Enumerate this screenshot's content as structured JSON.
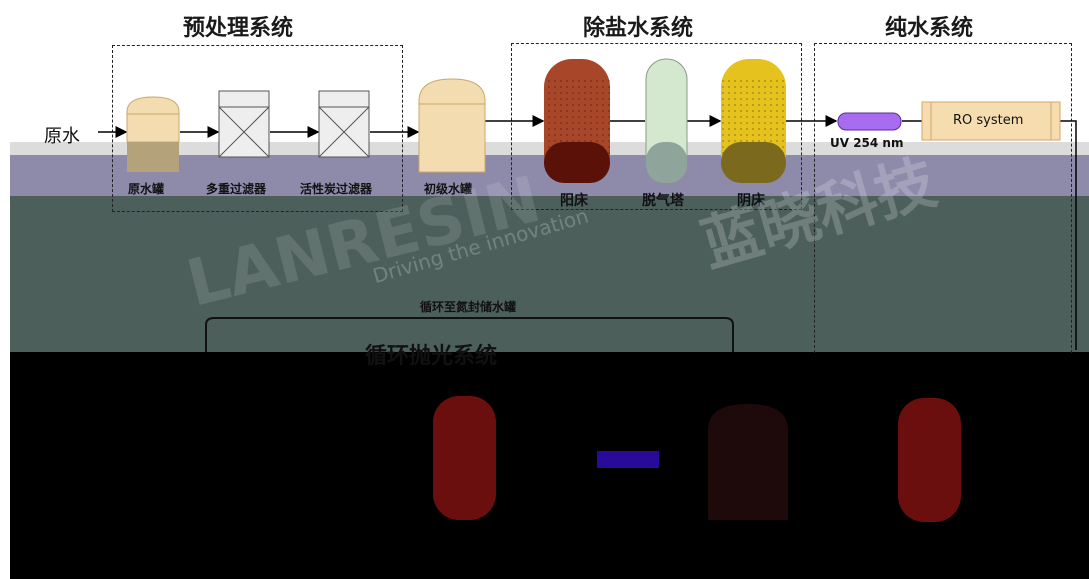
{
  "sections": {
    "pretreatment": "预处理系统",
    "desalination": "除盐水系统",
    "pure_water": "纯水系统",
    "polishing": "循环抛光系统"
  },
  "input_label": "原水",
  "equipment": {
    "raw_tank": "原水罐",
    "multimedia_filter": "多重过滤器",
    "carbon_filter": "活性炭过滤器",
    "primary_tank": "初级水罐",
    "cation_bed": "阳床",
    "degasser": "脱气塔",
    "anion_bed": "阴床",
    "uv": "UV 254 nm",
    "ro": "RO system"
  },
  "recirculation_label": "循环至氮封储水罐",
  "watermark": {
    "tagline": "Driving the innovation",
    "brand_en": "LANRESIN",
    "brand_cn": "蓝晓科技"
  },
  "colors": {
    "tank_tan": "#f3ddb0",
    "cation_red": "#a8462a",
    "degasser_green": "#d4e8d0",
    "anion_yellow": "#e6c21e",
    "uv_purple": "#a86cf0",
    "band_grey": "#4a5f5b",
    "band_purple": "#8d8aaa"
  }
}
